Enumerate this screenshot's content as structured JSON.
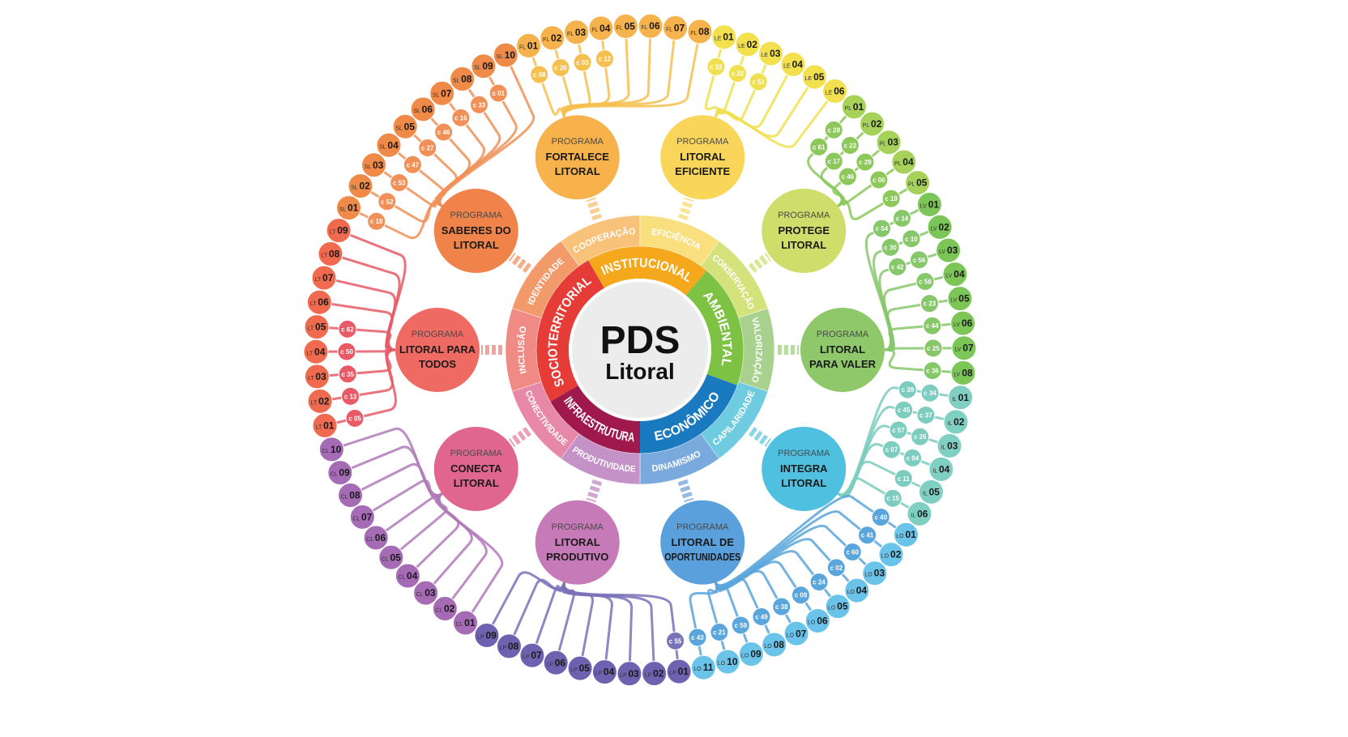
{
  "center": {
    "title": "PDS",
    "subtitle": "Litoral",
    "color": "#ececec"
  },
  "pillars": [
    {
      "label": "SOCIOTERRITORIAL",
      "color": "#e63c37"
    },
    {
      "label": "INSTITUCIONAL",
      "color": "#f5a81c"
    },
    {
      "label": "AMBIENTAL",
      "color": "#7dc242"
    },
    {
      "label": "ECONÔMICO",
      "color": "#1a7abf"
    },
    {
      "label": "INFRAESTRUTURA",
      "color": "#a0194c"
    }
  ],
  "programs": [
    {
      "prefix": "PROGRAMA",
      "name": [
        "LITORAL PARA",
        "TODOS"
      ],
      "color": "#ee6a62",
      "theme": "INCLUSÃO",
      "theme_color": "#f08a85",
      "leaf_color": "#ef6a4f",
      "branch_color": "#e85a66",
      "leaves": [
        "LT 01",
        "LT 02",
        "LT 03",
        "LT 04",
        "LT 05",
        "LT 06",
        "LT 07",
        "LT 08",
        "LT 09"
      ],
      "c_nodes": [
        "c 05",
        "c 13",
        "c 35",
        "c 50",
        "c 62"
      ]
    },
    {
      "prefix": "PROGRAMA",
      "name": [
        "SABERES DO",
        "LITORAL"
      ],
      "color": "#f0834a",
      "theme": "IDENTIDADE",
      "theme_color": "#f39a6b",
      "leaf_color": "#f08a48",
      "branch_color": "#f09058",
      "leaves": [
        "SL 01",
        "SL 02",
        "SL 03",
        "SL 04",
        "SL 05",
        "SL 06",
        "SL 07",
        "SL 08",
        "SL 09",
        "SL 10"
      ],
      "c_nodes": [
        "c 18",
        "c 52",
        "c 53",
        "c 47",
        "c 27",
        "c 46",
        "c 16",
        "c 33",
        "c 01"
      ]
    },
    {
      "prefix": "PROGRAMA",
      "name": [
        "FORTALECE",
        "LITORAL"
      ],
      "color": "#f7b24b",
      "theme": "COOPERAÇÃO",
      "theme_color": "#f8c27a",
      "leaf_color": "#f6b24c",
      "branch_color": "#f6c050",
      "leaves": [
        "FL 01",
        "FL 02",
        "FL 03",
        "FL 04",
        "FL 05",
        "FL 06",
        "FL 07",
        "FL 08"
      ],
      "c_nodes": [
        "c 08",
        "c 20",
        "c 03",
        "c 12"
      ]
    },
    {
      "prefix": "PROGRAMA",
      "name": [
        "LITORAL",
        "EFICIENTE"
      ],
      "color": "#f9d55a",
      "theme": "EFICIÊNCIA",
      "theme_color": "#fadf7e",
      "leaf_color": "#f3e04e",
      "branch_color": "#f0e050",
      "leaves": [
        "LE 01",
        "LE 02",
        "LE 03",
        "LE 04",
        "LE 05",
        "LE 06"
      ],
      "c_nodes": [
        "c 32",
        "c 32",
        "c 51"
      ]
    },
    {
      "prefix": "PROGRAMA",
      "name": [
        "PROTEGE",
        "LITORAL"
      ],
      "color": "#cfdd6a",
      "theme": "CONSERVAÇÃO",
      "theme_color": "#d3e27b",
      "leaf_color": "#a6d25a",
      "branch_color": "#8cc85a",
      "leaves": [
        "PL 01",
        "PL 02",
        "PL 03",
        "PL 04",
        "PL 05"
      ],
      "c_nodes": [
        "c 28",
        "c 22",
        "c 29",
        "c 06",
        "c 19",
        "c 61",
        "c 17",
        "c 46"
      ]
    },
    {
      "prefix": "PROGRAMA",
      "name": [
        "LITORAL",
        "PARA VALER"
      ],
      "color": "#8fc86a",
      "theme": "VALORIZAÇÃO",
      "theme_color": "#a9d18e",
      "leaf_color": "#7cc658",
      "branch_color": "#86c76a",
      "leaves": [
        "LV 01",
        "LV 02",
        "LV 03",
        "LV 04",
        "LV 05",
        "LV 06",
        "LV 07",
        "LV 08"
      ],
      "c_nodes": [
        "c 14",
        "c 10",
        "c 56",
        "c 58",
        "c 23",
        "c 44",
        "c 25",
        "c 36",
        "c 54",
        "c 30",
        "c 42"
      ]
    },
    {
      "prefix": "PROGRAMA",
      "name": [
        "INTEGRA",
        "LITORAL"
      ],
      "color": "#4fc0e0",
      "theme": "CAPILARIDADE",
      "theme_color": "#6fcbe0",
      "leaf_color": "#7fd0c3",
      "branch_color": "#7ccdc0",
      "leaves": [
        "IL 01",
        "IL 02",
        "IL 03",
        "IL 04",
        "IL 05",
        "IL 06"
      ],
      "c_nodes": [
        "c 34",
        "c 37",
        "c 26",
        "c 04",
        "c 11",
        "c 15",
        "c 39",
        "c 45",
        "c 57",
        "c 07"
      ]
    },
    {
      "prefix": "PROGRAMA",
      "name": [
        "LITORAL DE",
        "OPORTUNIDADES"
      ],
      "color": "#5aa0dc",
      "theme": "DINAMISMO",
      "theme_color": "#7aa9de",
      "leaf_color": "#6ac4ea",
      "branch_color": "#5aa6dc",
      "leaves": [
        "LO 01",
        "LO 02",
        "LO 03",
        "LO 04",
        "LO 05",
        "LO 06",
        "LO 07",
        "LO 08",
        "LO 09",
        "LO 10",
        "LO 11"
      ],
      "c_nodes": [
        "c 40",
        "c 41",
        "c 60",
        "c 02",
        "c 24",
        "c 09",
        "c 38",
        "c 49",
        "c 59",
        "c 21",
        "c 43"
      ]
    },
    {
      "prefix": "PROGRAMA",
      "name": [
        "LITORAL",
        "PRODUTIVO"
      ],
      "color": "#c77ab8",
      "theme": "PRODUTIVIDADE",
      "theme_color": "#c592c8",
      "leaf_color": "#6e62b0",
      "branch_color": "#7a72b8",
      "leaves": [
        "LP 01",
        "LP 02",
        "LP 03",
        "LP 04",
        "LP 05",
        "LP 06",
        "LP 07",
        "LP 08",
        "LP 09"
      ],
      "c_nodes": [
        "c 55"
      ]
    },
    {
      "prefix": "PROGRAMA",
      "name": [
        "CONECTA",
        "LITORAL"
      ],
      "color": "#e0668f",
      "theme": "CONECTIVIDADE",
      "theme_color": "#e888a8",
      "leaf_color": "#a56bb5",
      "branch_color": "#b07ab8",
      "leaves": [
        "CL 01",
        "CL 02",
        "CL 03",
        "CL 04",
        "CL 05",
        "CL 06",
        "CL 07",
        "CL 08",
        "CL 09",
        "CL 10"
      ],
      "c_nodes": []
    }
  ]
}
